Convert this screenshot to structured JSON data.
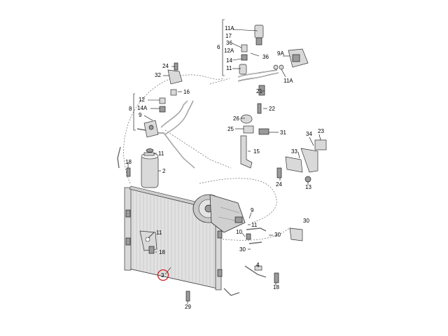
{
  "labels": {
    "c11a_top": "11A",
    "c17": "17",
    "c36a": "36",
    "c12a": "12A",
    "c36b": "36",
    "c14a": "14",
    "c6": "6",
    "c11b": "11",
    "c9a": "9A",
    "c11c": "11A",
    "c24a": "24",
    "c32": "32",
    "c16": "16",
    "c12": "12",
    "c14A": "14A",
    "c8": "8",
    "c9": "9",
    "c21": "21",
    "c22": "22",
    "c26": "26",
    "c25": "25",
    "c31": "31",
    "c15": "15",
    "c34": "34",
    "c23": "23",
    "c33": "33",
    "c11d": "11",
    "c2": "2",
    "c18a": "18",
    "c24b": "24",
    "c13": "13",
    "c9b": "9",
    "c11e": "11",
    "c10": "10",
    "c30a": "30",
    "c30b": "30",
    "c30c": "30",
    "c18b": "18",
    "c3": "3",
    "c4": "4",
    "c18c": "18",
    "c29": "29"
  },
  "colors": {
    "outline": "#333333",
    "part_fill": "#d9d9d9",
    "highlight_circle": "#d01c1c",
    "condenser_fill": "#e1e1e1"
  }
}
